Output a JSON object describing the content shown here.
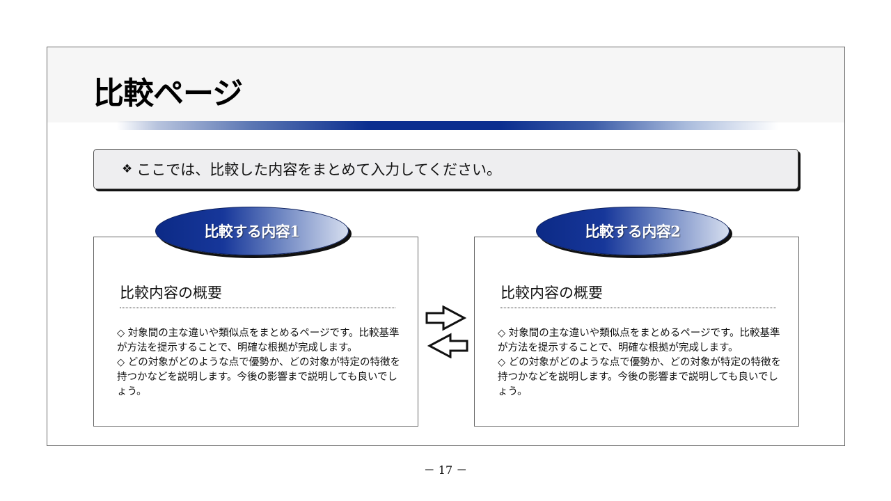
{
  "slide": {
    "title": "比較ページ",
    "instruction": {
      "bullet_icon": "❖",
      "text": "ここでは、比較した内容をまとめて入力してください。"
    },
    "panels": [
      {
        "label": "比較する内容1",
        "heading": "比較内容の概要",
        "paragraphs": [
          "◇ 対象間の主な違いや類似点をまとめるページです。比較基準が方法を提示することで、明確な根拠が完成します。",
          "◇ どの対象がどのような点で優勢か、どの対象が特定の特徴を持つかなどを説明します。今後の影響まで説明しても良いでしょう。"
        ]
      },
      {
        "label": "比較する内容2",
        "heading": "比較内容の概要",
        "paragraphs": [
          "◇ 対象間の主な違いや類似点をまとめるページです。比較基準が方法を提示することで、明確な根拠が完成します。",
          "◇ どの対象がどのような点で優勢か、どの対象が特定の特徴を持つかなどを説明します。今後の影響まで説明しても良いでしょう。"
        ]
      }
    ],
    "arrows_icon": "exchange-arrows",
    "page_number": "－ 17 －"
  },
  "colors": {
    "accent_navy": "#0b2e8f",
    "header_band": "#f6f6f6",
    "instruction_bg": "#eeeef0",
    "frame_border": "#6b6b6b"
  }
}
